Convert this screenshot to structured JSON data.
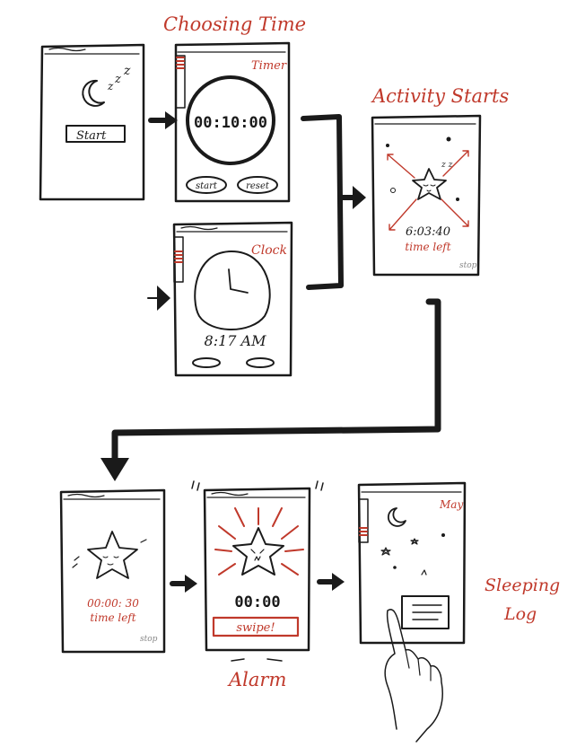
{
  "headings": {
    "choosing_time": "Choosing Time",
    "activity_starts": "Activity Starts",
    "alarm": "Alarm",
    "sleeping_log": "Sleeping Log"
  },
  "screen_home": {
    "start_button": "Start"
  },
  "screen_timer": {
    "tab": "Timer",
    "time": "00:10:00",
    "start_button": "start",
    "reset_button": "reset"
  },
  "screen_clock": {
    "tab": "Clock",
    "time": "8:17 AM"
  },
  "screen_activity": {
    "countdown": "6:03:40",
    "caption": "time left",
    "stop": "stop"
  },
  "screen_ending": {
    "countdown": "00:00: 30",
    "caption": "time left",
    "stop": "stop"
  },
  "screen_alarm": {
    "time": "00:00",
    "swipe_button": "swipe!"
  },
  "screen_log": {
    "tab": "May"
  },
  "colors": {
    "ink": "#1a1a1a",
    "accent": "#c0392b"
  },
  "icons": [
    "moon-zzz-icon",
    "clock-face-icon",
    "sleepy-star-icon",
    "alarm-star-icon",
    "hand-pointer-icon"
  ]
}
